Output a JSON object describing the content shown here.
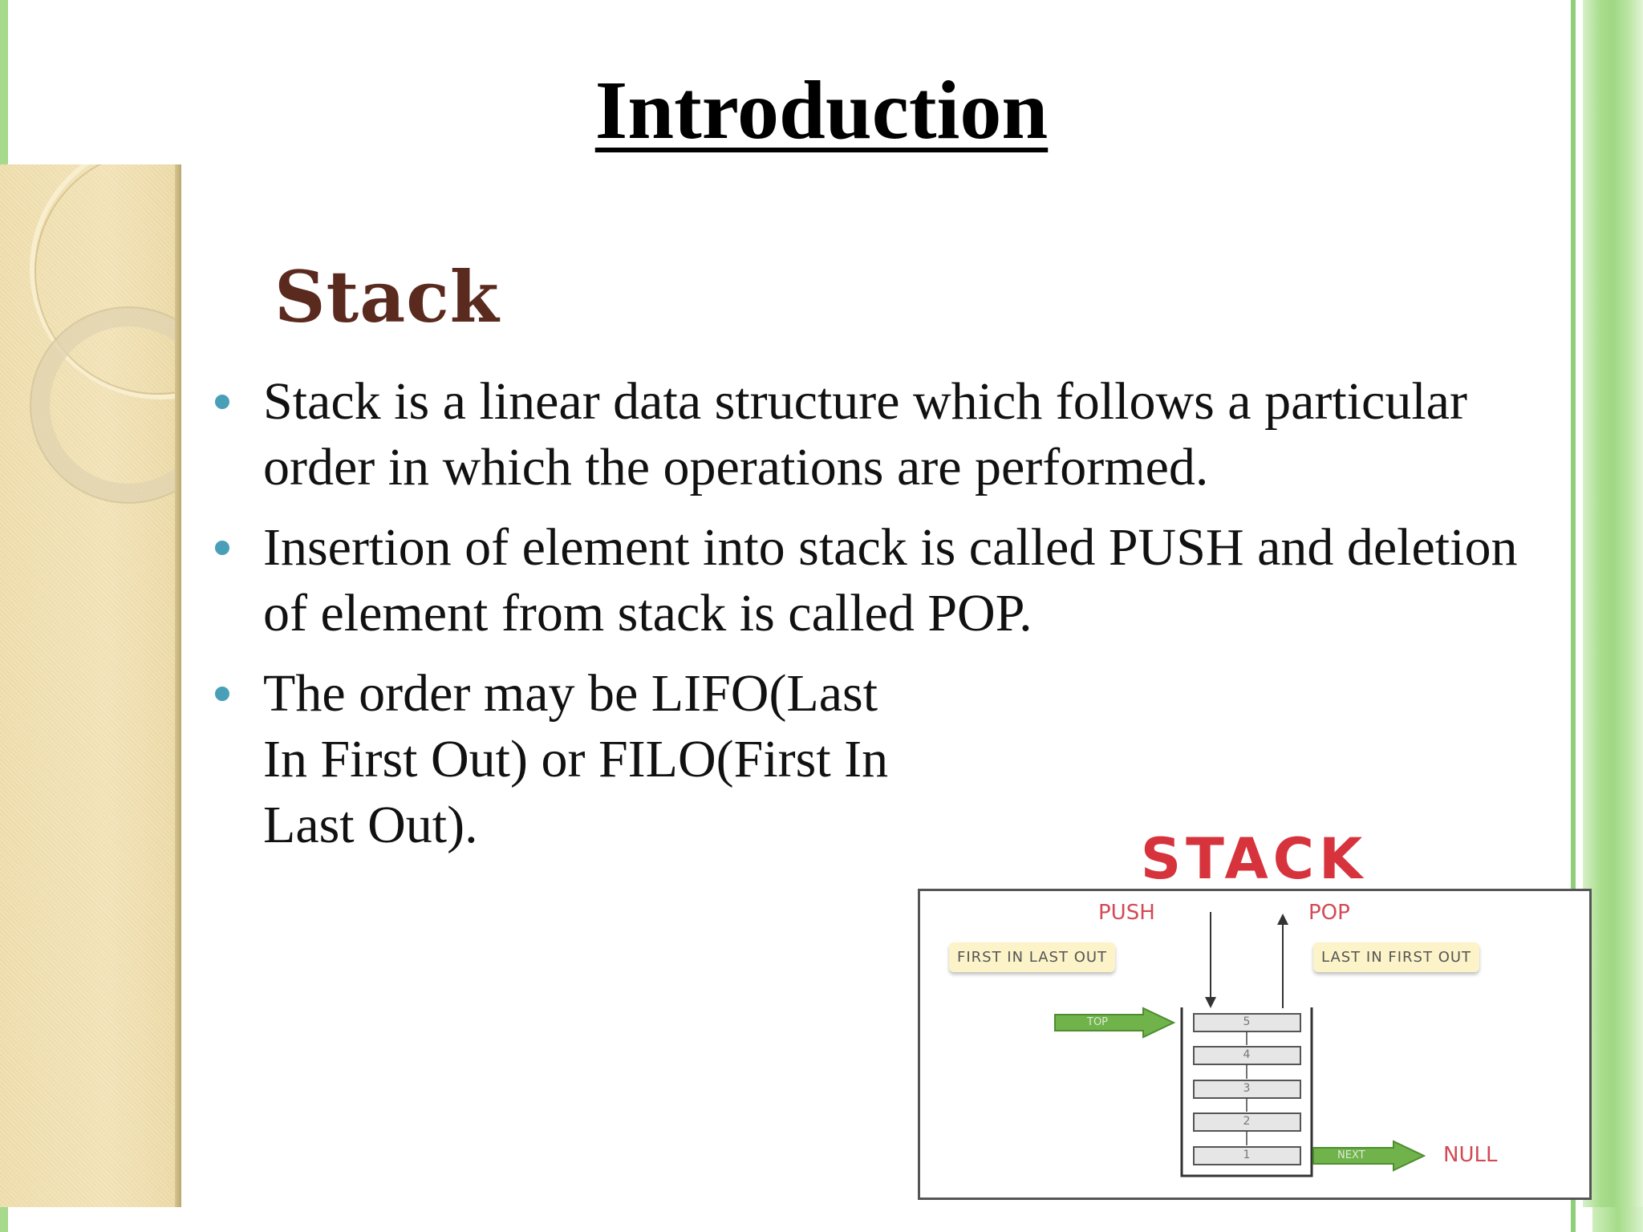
{
  "slide": {
    "title": "Introduction",
    "subtitle": "Stack",
    "bullets": [
      "Stack is a linear data structure which follows a particular order in which the operations are performed.",
      "Insertion of element into stack is called PUSH and deletion of element from stack is called POP.",
      "The order may be LIFO(Last In First Out) or FILO(First In Last Out)."
    ]
  },
  "diagram": {
    "title": "STACK",
    "push_label": "PUSH",
    "pop_label": "POP",
    "left_tag": "FIRST IN LAST OUT",
    "right_tag": "LAST IN FIRST OUT",
    "top_label": "TOP",
    "next_label": "NEXT",
    "null_label": "NULL",
    "cells": [
      "5",
      "4",
      "3",
      "2",
      "1"
    ]
  },
  "colors": {
    "accent_green": "#9fd784",
    "bullet": "#4a9fb8",
    "subtitle": "#5b2a1f",
    "diagram_red": "#d7333d",
    "arrow_green": "#6fb34a"
  }
}
